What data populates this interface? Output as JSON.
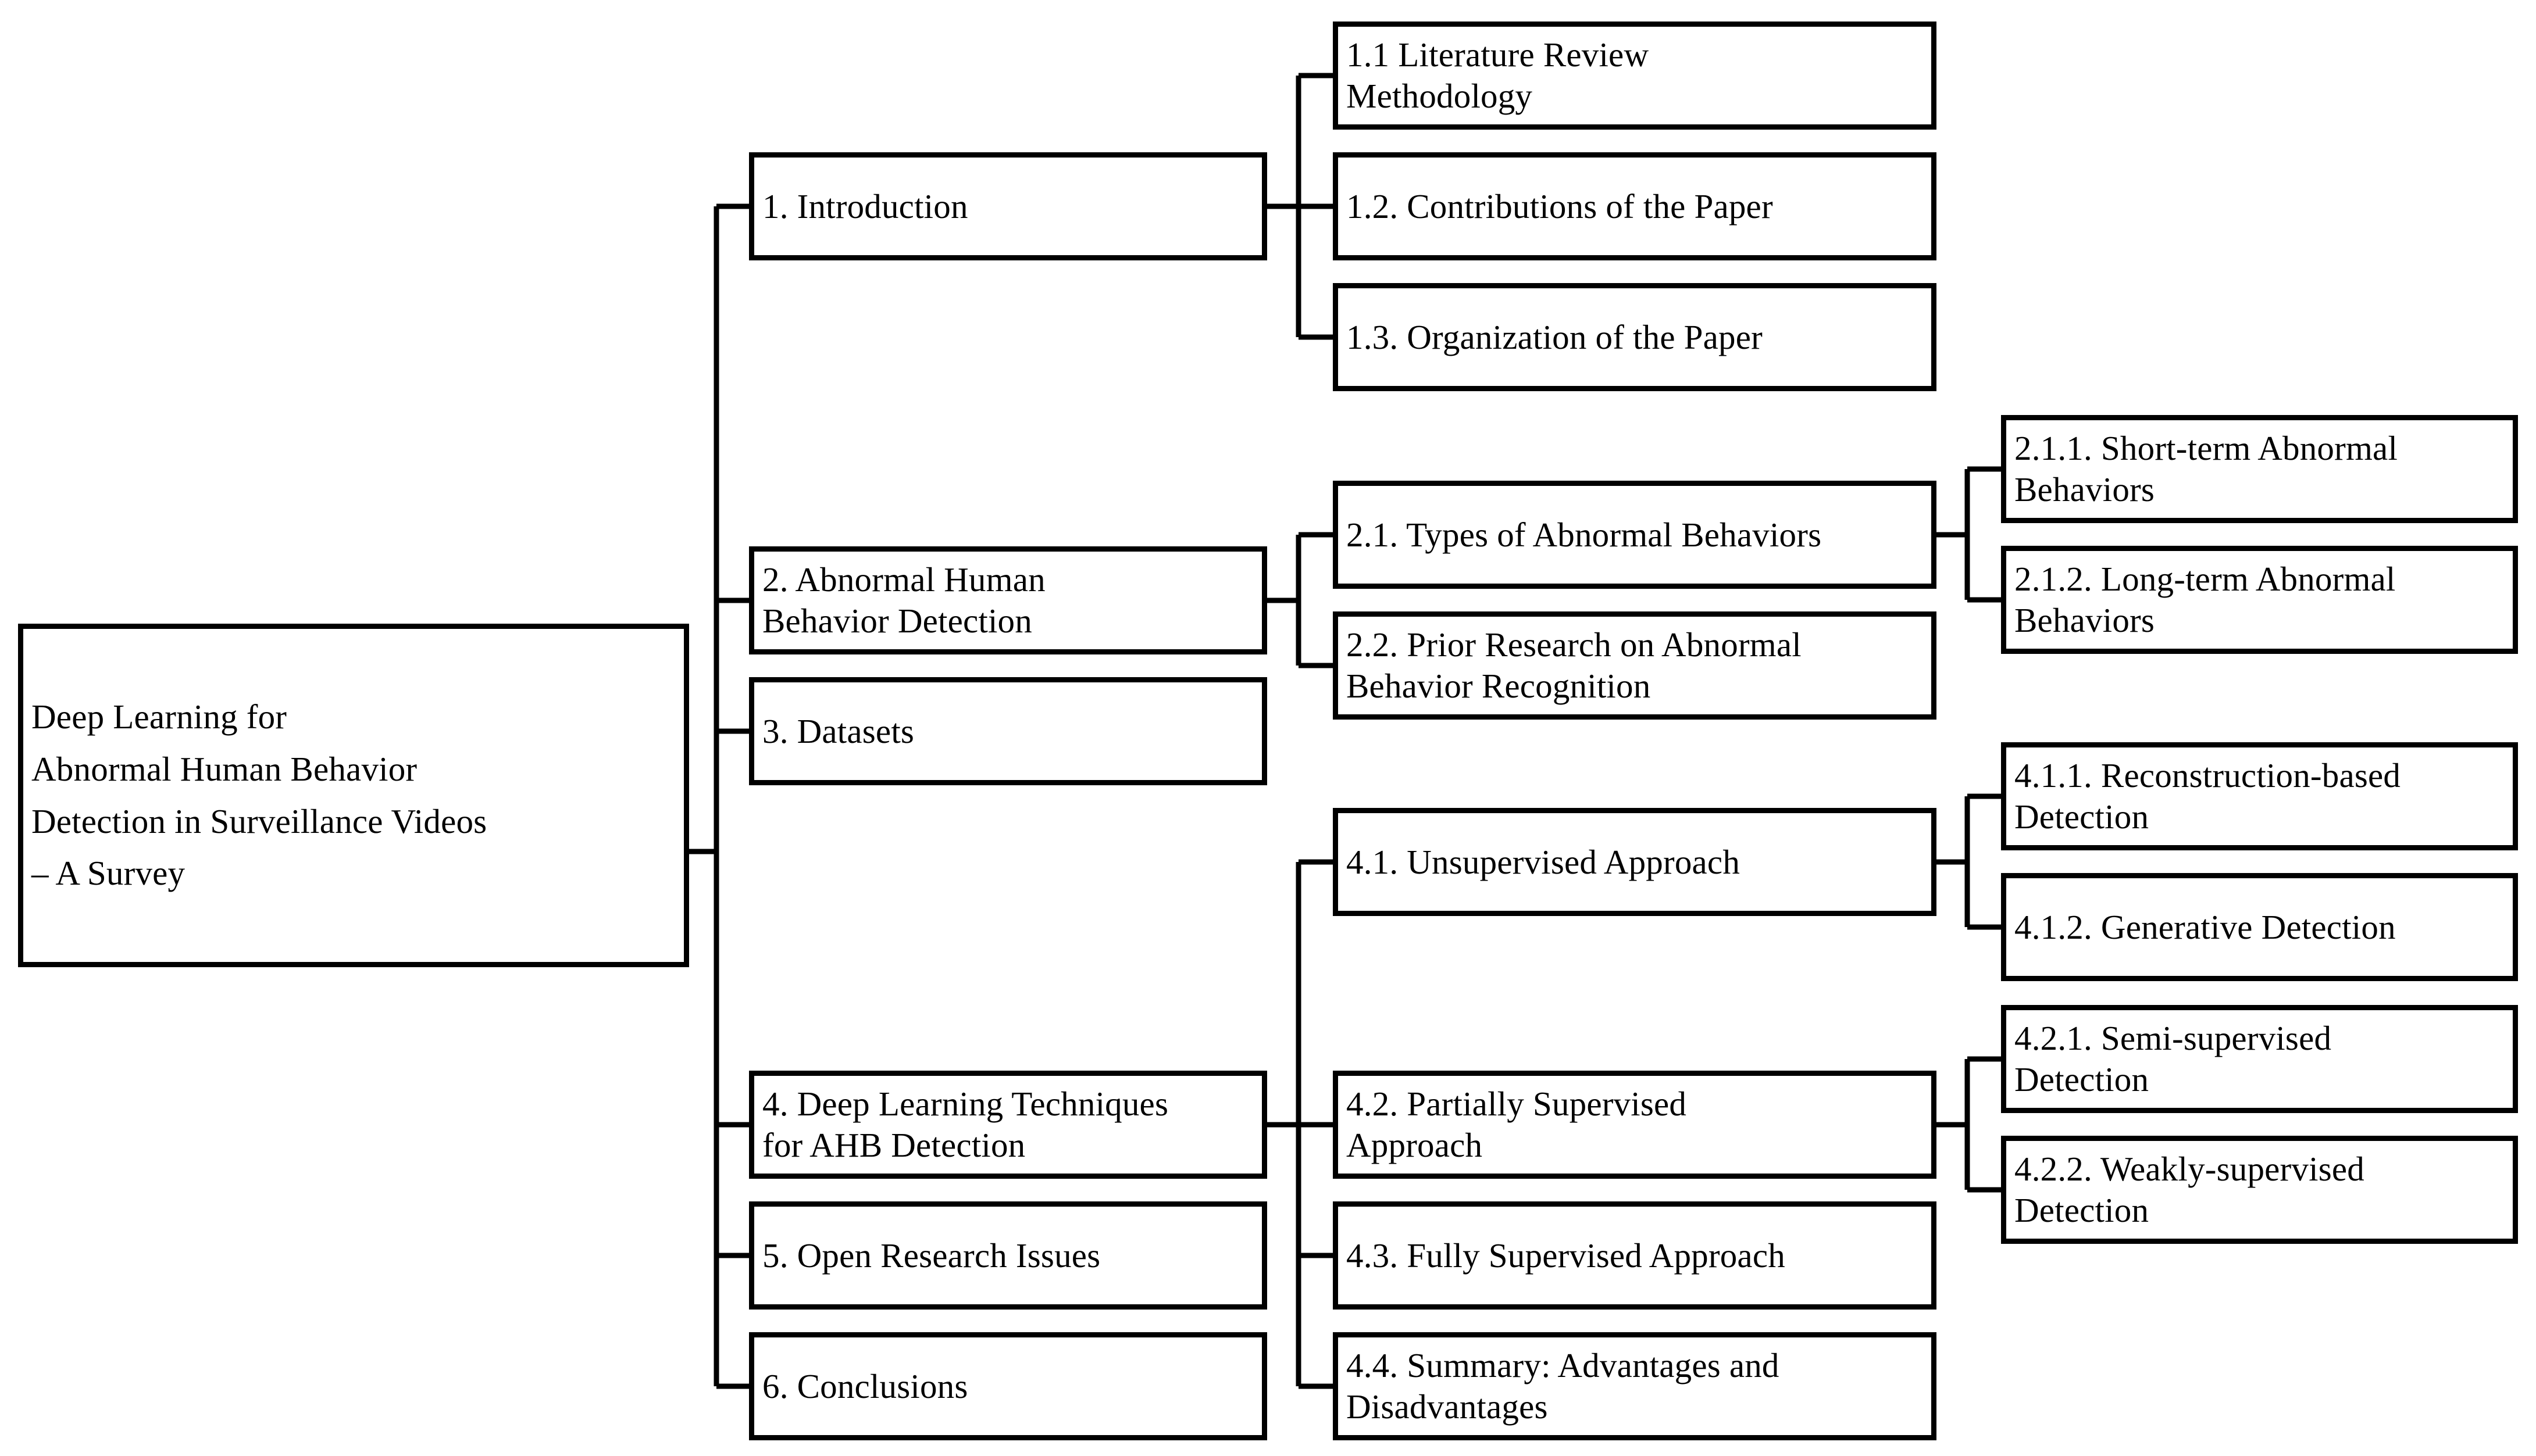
{
  "diagram": {
    "type": "tree",
    "orientation": "left-to-right",
    "title": "Deep Learning for Abnormal Human Behavior Detection in Surveillance Videos – A Survey",
    "colors": {
      "background": "#ffffff",
      "box_border": "#000000",
      "box_fill": "#ffffff",
      "connector": "#000000",
      "text": "#000000"
    },
    "root": {
      "label": "Deep Learning for\nAbnormal Human Behavior\nDetection in Surveillance Videos\n– A Survey"
    },
    "level1": [
      {
        "label": "1. Introduction"
      },
      {
        "label": "2. Abnormal Human\nBehavior Detection"
      },
      {
        "label": "3. Datasets"
      },
      {
        "label": "4. Deep Learning Techniques\nfor AHB Detection"
      },
      {
        "label": "5. Open Research Issues"
      },
      {
        "label": "6. Conclusions"
      }
    ],
    "level2": [
      {
        "label": "1.1 Literature Review\nMethodology"
      },
      {
        "label": "1.2. Contributions of the Paper"
      },
      {
        "label": "1.3. Organization of the Paper"
      },
      {
        "label": "2.1. Types of Abnormal Behaviors"
      },
      {
        "label": "2.2. Prior Research on Abnormal\nBehavior Recognition"
      },
      {
        "label": "4.1. Unsupervised Approach"
      },
      {
        "label": "4.2. Partially Supervised\nApproach"
      },
      {
        "label": "4.3. Fully Supervised Approach"
      },
      {
        "label": "4.4. Summary: Advantages and\nDisadvantages"
      }
    ],
    "level3": [
      {
        "label": "2.1.1. Short-term Abnormal\nBehaviors"
      },
      {
        "label": "2.1.2. Long-term Abnormal\nBehaviors"
      },
      {
        "label": "4.1.1. Reconstruction-based\nDetection"
      },
      {
        "label": "4.1.2. Generative Detection"
      },
      {
        "label": "4.2.1. Semi-supervised\nDetection"
      },
      {
        "label": "4.2.2. Weakly-supervised\nDetection"
      }
    ]
  }
}
